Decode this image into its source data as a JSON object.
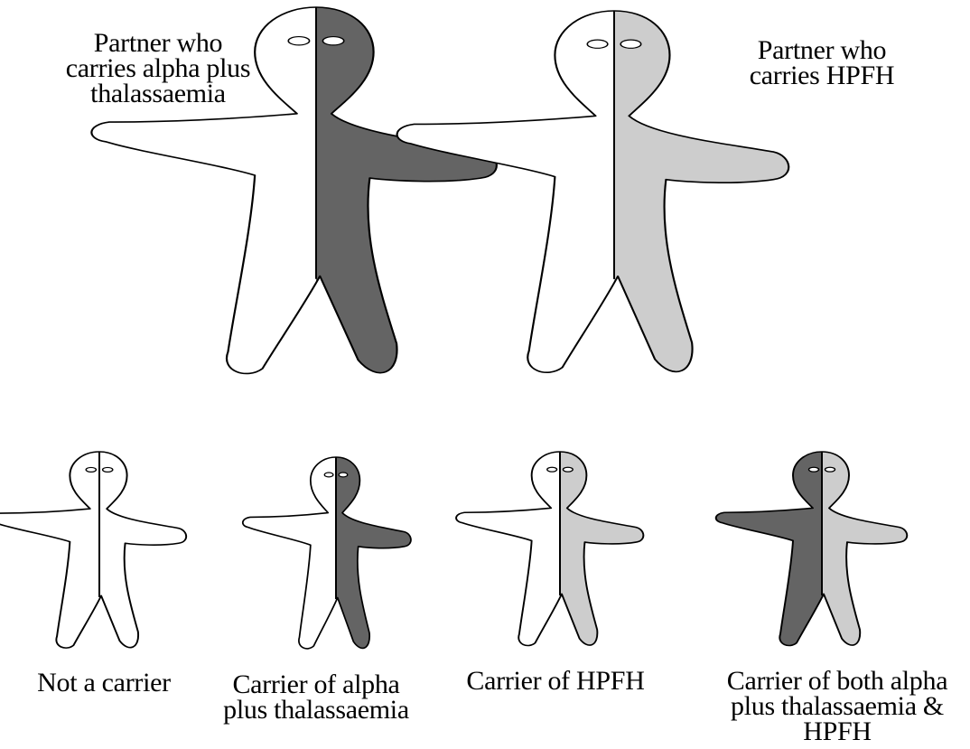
{
  "colors": {
    "outline": "#000000",
    "not_carrier": "#ffffff",
    "alpha_plus_thalassaemia": "#646464",
    "hpfh": "#cdcdcd"
  },
  "parents": [
    {
      "label": "Partner who\ncarries alpha plus\nthalassaemia",
      "left_half": "not_carrier",
      "right_half": "alpha_plus_thalassaemia"
    },
    {
      "label": "Partner who\ncarries HPFH",
      "left_half": "not_carrier",
      "right_half": "hpfh"
    }
  ],
  "children": [
    {
      "label": "Not a carrier",
      "left_half": "not_carrier",
      "right_half": "not_carrier"
    },
    {
      "label": "Carrier of alpha\nplus thalassaemia",
      "left_half": "not_carrier",
      "right_half": "alpha_plus_thalassaemia"
    },
    {
      "label": "Carrier of HPFH",
      "left_half": "not_carrier",
      "right_half": "hpfh"
    },
    {
      "label": "Carrier of both alpha\nplus thalassaemia &\nHPFH",
      "left_half": "alpha_plus_thalassaemia",
      "right_half": "hpfh"
    }
  ]
}
